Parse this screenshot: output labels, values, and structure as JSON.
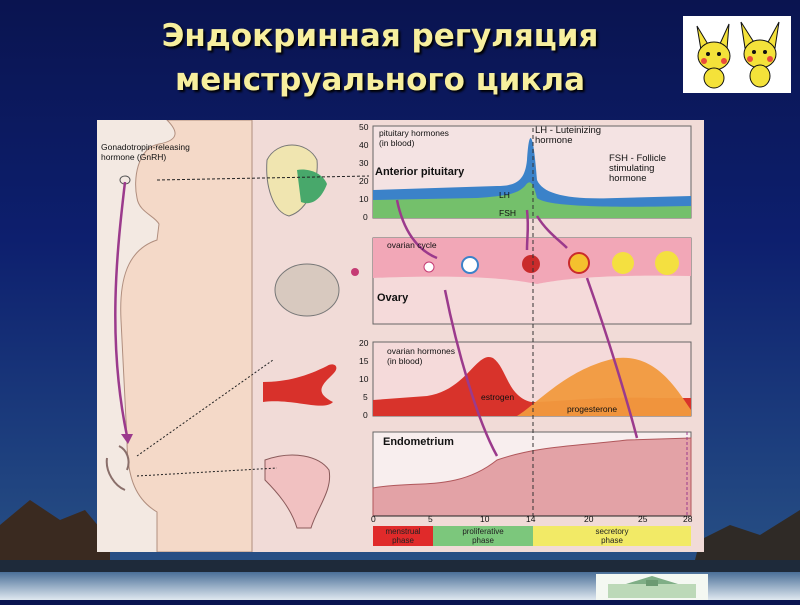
{
  "slide": {
    "title_line1": "Эндокринная регуляция",
    "title_line2": "менструального цикла",
    "colors": {
      "title": "#f7ef9e",
      "background": "#0d1f6e"
    }
  },
  "diagram": {
    "gnrh_label_line1": "Gonadotropin-releasing",
    "gnrh_label_line2": "hormone (GnRH)",
    "pituitary": {
      "heading_line1": "pituitary hormones",
      "heading_line2": "(in blood)",
      "name": "Anterior pituitary",
      "lh_legend_line1": "LH - Luteinizing",
      "lh_legend_line2": "hormone",
      "fsh_legend_line1": "FSH - Follicle",
      "fsh_legend_line2": "stimulating",
      "fsh_legend_line3": "hormone",
      "lh_curve_label": "LH",
      "fsh_curve_label": "FSH",
      "y_ticks": [
        "50",
        "40",
        "30",
        "20",
        "10",
        "0"
      ]
    },
    "ovary": {
      "heading": "ovarian cycle",
      "name": "Ovary"
    },
    "ovarian_hormones": {
      "heading_line1": "ovarian hormones",
      "heading_line2": "(in blood)",
      "estrogen_label": "estrogen",
      "progesterone_label": "progesterone",
      "y_ticks": [
        "20",
        "15",
        "10",
        "5",
        "0"
      ]
    },
    "endometrium": {
      "name": "Endometrium"
    },
    "day_axis": [
      "0",
      "5",
      "10",
      "14",
      "20",
      "25",
      "28"
    ],
    "phases": [
      {
        "line1": "menstrual",
        "line2": "phase",
        "color": "#e02a2a"
      },
      {
        "line1": "proliferative",
        "line2": "phase",
        "color": "#7cc77c"
      },
      {
        "line1": "secretory",
        "line2": "phase",
        "color": "#f2ea66"
      }
    ],
    "colors": {
      "lh": "#3b82c9",
      "fsh": "#74c06b",
      "estrogen": "#d8332b",
      "progesterone": "#f19a3e",
      "arrow": "#9b3a8c"
    }
  }
}
